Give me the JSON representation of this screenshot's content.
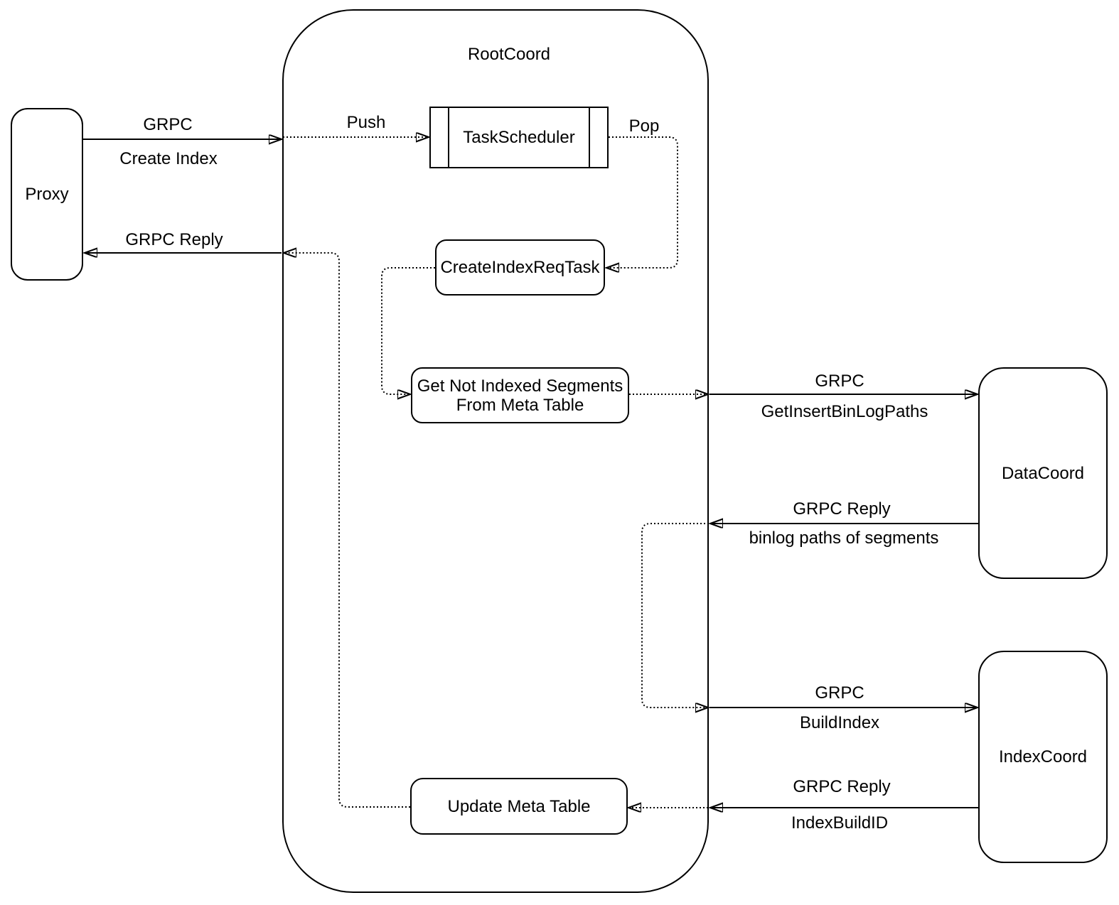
{
  "nodes": {
    "proxy": {
      "label": "Proxy"
    },
    "root_coord": {
      "label": "RootCoord"
    },
    "task_scheduler": {
      "label": "TaskScheduler"
    },
    "create_index_req_task": {
      "label": "CreateIndexReqTask"
    },
    "get_not_indexed_segments": {
      "label_line1": "Get Not Indexed Segments",
      "label_line2": "From Meta Table"
    },
    "update_meta_table": {
      "label": "Update Meta Table"
    },
    "data_coord": {
      "label": "DataCoord"
    },
    "index_coord": {
      "label": "IndexCoord"
    }
  },
  "edges": {
    "proxy_to_rootcoord": {
      "line1": "GRPC",
      "line2": "Create Index"
    },
    "push": {
      "label": "Push"
    },
    "pop": {
      "label": "Pop"
    },
    "rootcoord_to_datacoord": {
      "line1": "GRPC",
      "line2": "GetInsertBinLogPaths"
    },
    "datacoord_to_rootcoord": {
      "line1": "GRPC Reply",
      "line2": "binlog paths of segments"
    },
    "rootcoord_to_indexcoord": {
      "line1": "GRPC",
      "line2": "BuildIndex"
    },
    "indexcoord_to_rootcoord": {
      "line1": "GRPC Reply",
      "line2": "IndexBuildID"
    },
    "rootcoord_to_proxy": {
      "label": "GRPC Reply"
    }
  },
  "colors": {
    "stroke": "#000000",
    "background": "#ffffff"
  }
}
